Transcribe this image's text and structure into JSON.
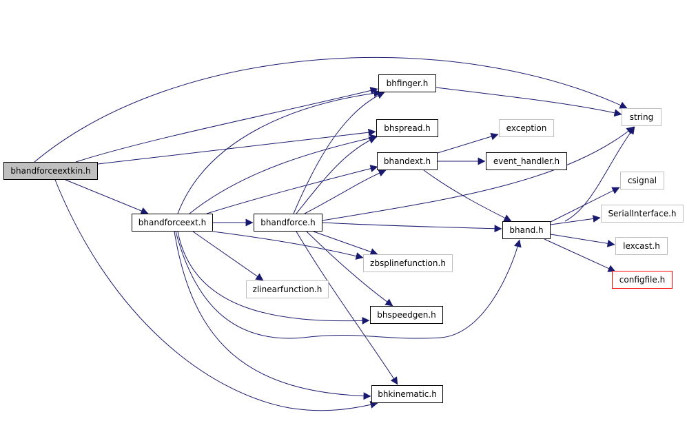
{
  "diagram": {
    "colors": {
      "edge": "#191970",
      "local_border": "#000000",
      "external_border": "#bfbfbf",
      "root_fill": "#bfbfbf",
      "missing_border": "#ff0000"
    },
    "nodes": {
      "bhandforceextkin": {
        "label": "bhandforceextkin.h",
        "kind": "root"
      },
      "bhandforceext": {
        "label": "bhandforceext.h",
        "kind": "local"
      },
      "bhandforce": {
        "label": "bhandforce.h",
        "kind": "local"
      },
      "bhfinger": {
        "label": "bhfinger.h",
        "kind": "local"
      },
      "bhspread": {
        "label": "bhspread.h",
        "kind": "local"
      },
      "bhandext": {
        "label": "bhandext.h",
        "kind": "local"
      },
      "exception": {
        "label": "exception",
        "kind": "external"
      },
      "event_handler": {
        "label": "event_handler.h",
        "kind": "local"
      },
      "string": {
        "label": "string",
        "kind": "external"
      },
      "csignal": {
        "label": "csignal",
        "kind": "external"
      },
      "serialinterface": {
        "label": "SerialInterface.h",
        "kind": "external"
      },
      "bhand": {
        "label": "bhand.h",
        "kind": "local"
      },
      "lexcast": {
        "label": "lexcast.h",
        "kind": "external"
      },
      "configfile": {
        "label": "configfile.h",
        "kind": "missing"
      },
      "zbsplinefunction": {
        "label": "zbsplinefunction.h",
        "kind": "external"
      },
      "zlinearfunction": {
        "label": "zlinearfunction.h",
        "kind": "external"
      },
      "bhspeedgen": {
        "label": "bhspeedgen.h",
        "kind": "local"
      },
      "bhkinematic": {
        "label": "bhkinematic.h",
        "kind": "local"
      }
    },
    "edges": [
      [
        "bhandforceextkin",
        "bhfinger"
      ],
      [
        "bhandforceextkin",
        "bhspread"
      ],
      [
        "bhandforceextkin",
        "bhandforceext"
      ],
      [
        "bhandforceextkin",
        "bhkinematic"
      ],
      [
        "bhandforceextkin",
        "string"
      ],
      [
        "bhandforceext",
        "bhandforce"
      ],
      [
        "bhandforceext",
        "bhfinger"
      ],
      [
        "bhandforceext",
        "bhspread"
      ],
      [
        "bhandforceext",
        "bhandext"
      ],
      [
        "bhandforceext",
        "zbsplinefunction"
      ],
      [
        "bhandforceext",
        "zlinearfunction"
      ],
      [
        "bhandforceext",
        "bhspeedgen"
      ],
      [
        "bhandforceext",
        "bhkinematic"
      ],
      [
        "bhandforceext",
        "bhand"
      ],
      [
        "bhandforce",
        "bhfinger"
      ],
      [
        "bhandforce",
        "bhspread"
      ],
      [
        "bhandforce",
        "bhandext"
      ],
      [
        "bhandforce",
        "bhand"
      ],
      [
        "bhandforce",
        "string"
      ],
      [
        "bhandforce",
        "zbsplinefunction"
      ],
      [
        "bhandforce",
        "bhspeedgen"
      ],
      [
        "bhandforce",
        "bhkinematic"
      ],
      [
        "bhfinger",
        "string"
      ],
      [
        "bhandext",
        "exception"
      ],
      [
        "bhandext",
        "event_handler"
      ],
      [
        "bhandext",
        "bhand"
      ],
      [
        "bhand",
        "string"
      ],
      [
        "bhand",
        "csignal"
      ],
      [
        "bhand",
        "serialinterface"
      ],
      [
        "bhand",
        "lexcast"
      ],
      [
        "bhand",
        "configfile"
      ]
    ]
  }
}
